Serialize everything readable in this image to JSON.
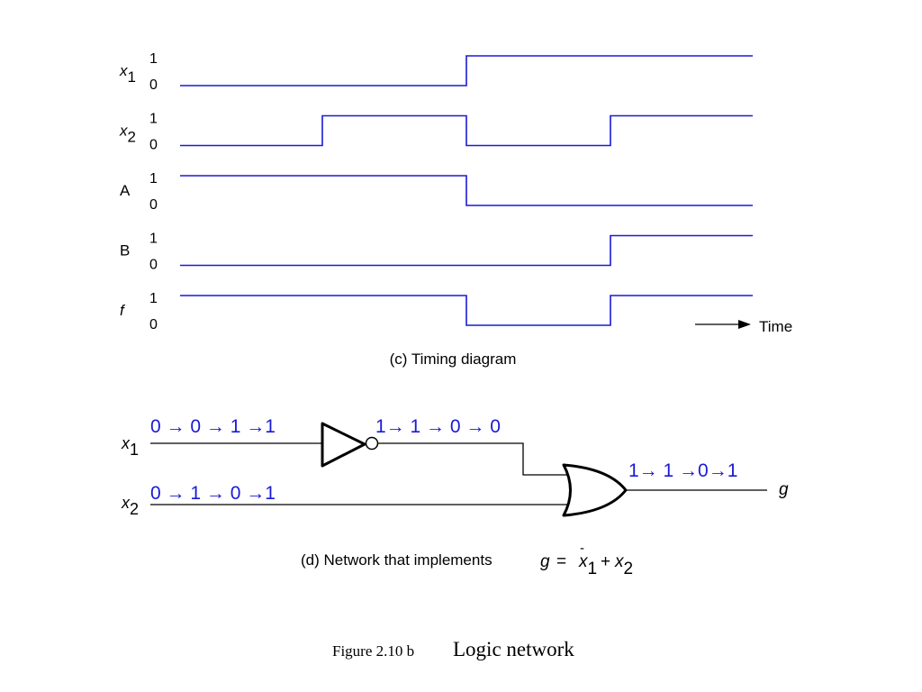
{
  "timing": {
    "signals": [
      {
        "name": "x",
        "sub": "1",
        "italic": true,
        "levels": [
          0,
          0,
          1,
          1
        ]
      },
      {
        "name": "x",
        "sub": "2",
        "italic": true,
        "levels": [
          0,
          1,
          0,
          1
        ]
      },
      {
        "name": "A",
        "sub": "",
        "italic": false,
        "levels": [
          1,
          1,
          0,
          0
        ]
      },
      {
        "name": "B",
        "sub": "",
        "italic": false,
        "levels": [
          0,
          0,
          0,
          1
        ]
      },
      {
        "name": "f",
        "sub": "",
        "italic": true,
        "levels": [
          1,
          1,
          0,
          1
        ]
      }
    ],
    "high_label": "1",
    "low_label": "0",
    "time_label": "Time",
    "caption": "(c) Timing diagram",
    "wave_color": "#1a1ad6"
  },
  "network": {
    "x1_var": "x",
    "x1_sub": "1",
    "x2_var": "x",
    "x2_sub": "2",
    "x1_sequence": "0 → 0 → 1 →1",
    "x2_sequence": "0 → 1 → 0 →1",
    "not_out_sequence": "1→ 1 → 0 → 0",
    "g_sequence": "1→ 1 →0→1",
    "output_label": "g",
    "caption_text": "(d) Network that implements",
    "eq_lhs": "g",
    "eq_equals": "=",
    "eq_bar": "-",
    "eq_x1": "x",
    "eq_x1_sub": "1",
    "eq_plus": "+",
    "eq_x2": "x",
    "eq_x2_sub": "2"
  },
  "figure": {
    "number": "Figure 2.10 b",
    "title": "Logic network"
  }
}
